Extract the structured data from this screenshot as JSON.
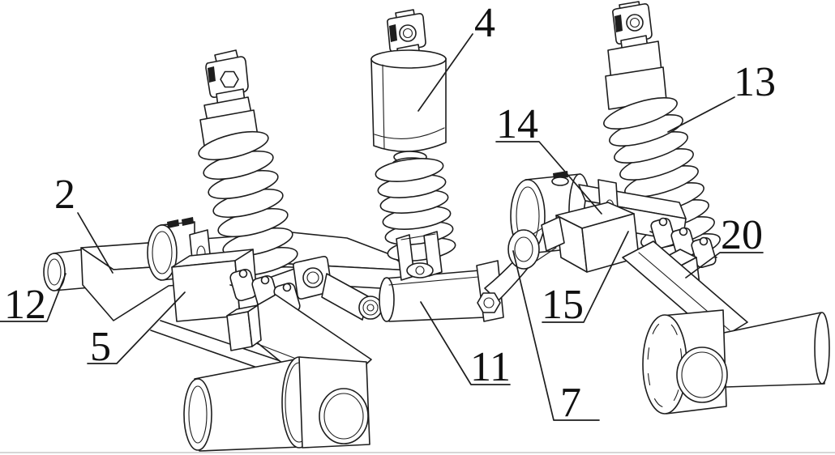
{
  "figure": {
    "background": "#ffffff",
    "ink": "#1d1d1d",
    "label_color": "#101010"
  },
  "labels": {
    "n2": "2",
    "n4": "4",
    "n5": "5",
    "n7": "7",
    "n11": "11",
    "n12": "12",
    "n13": "13",
    "n14": "14",
    "n15": "15",
    "n20": "20"
  }
}
